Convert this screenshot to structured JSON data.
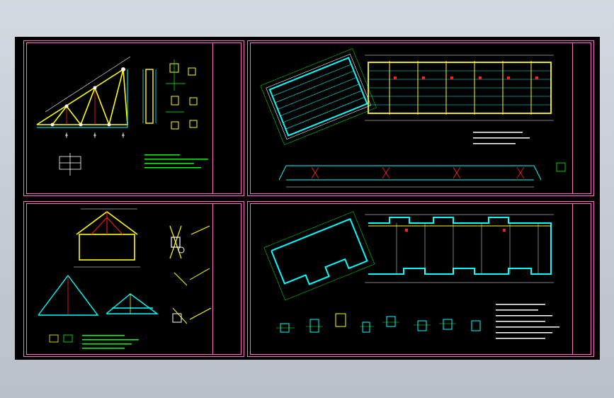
{
  "window": {
    "background": "#c9cfd6",
    "canvas_color": "#000000"
  },
  "sheets": [
    {
      "id": "roof-truss-details",
      "frame_color": "#ff6ec7"
    },
    {
      "id": "floor-plan-upper",
      "frame_color": "#ff6ec7"
    },
    {
      "id": "gable-truss-details",
      "frame_color": "#ff6ec7"
    },
    {
      "id": "floor-plan-lower",
      "frame_color": "#ff6ec7"
    }
  ],
  "colors": {
    "yellow": "#ffff00",
    "cyan": "#00ffff",
    "green": "#00ff00",
    "white": "#ffffff",
    "red": "#ff2020",
    "magenta": "#ff6ec7",
    "blue": "#3c6cff"
  }
}
